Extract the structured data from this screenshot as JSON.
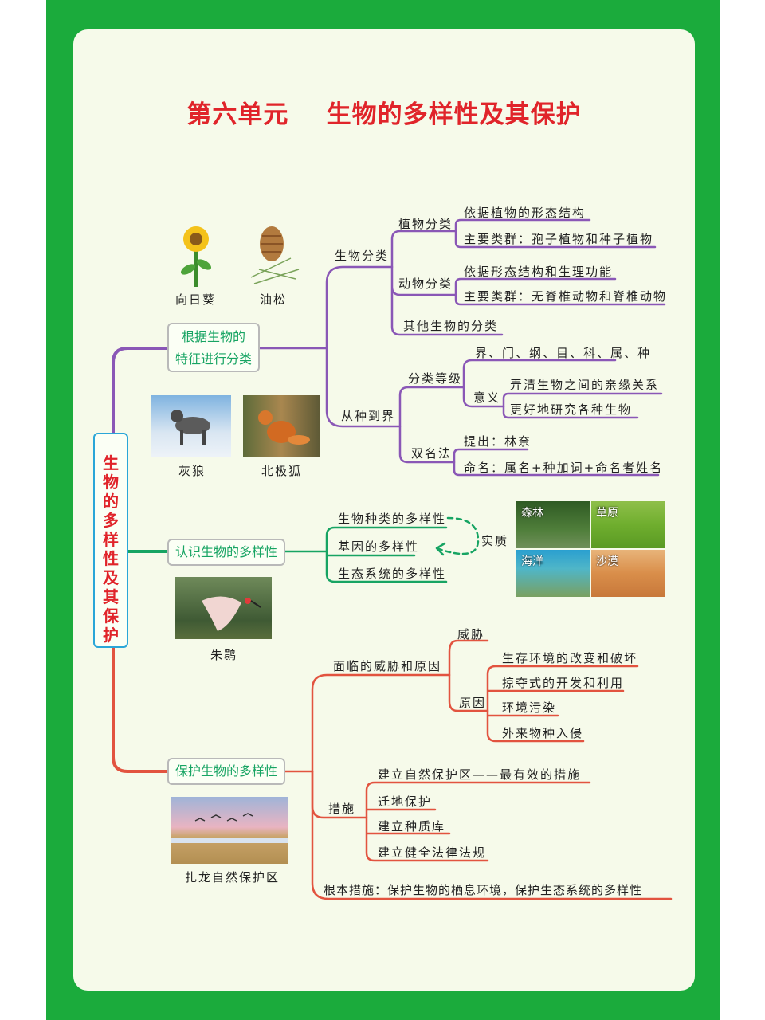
{
  "title": "第六单元    生物的多样性及其保护",
  "root": "生物的多样性及其保护",
  "branch1": {
    "label_line1": "根据生物的",
    "label_line2": "特征进行分类",
    "color": "#8a57b6",
    "shengwu_fenlei": "生物分类",
    "zhiwu_fenlei": "植物分类",
    "zhiwu_1": "依据植物的形态结构",
    "zhiwu_2": "主要类群：孢子植物和种子植物",
    "dongwu_fenlei": "动物分类",
    "dongwu_1": "依据形态结构和生理功能",
    "dongwu_2": "主要类群：无脊椎动物和脊椎动物",
    "qita": "其他生物的分类",
    "congzhong": "从种到界",
    "fenlei_dengji": "分类等级",
    "dengji": "界、门、纲、目、科、属、种",
    "yiyi": "意义",
    "yiyi_1": "弄清生物之间的亲缘关系",
    "yiyi_2": "更好地研究各种生物",
    "shuangming": "双名法",
    "tichu": "提出：林奈",
    "mingming": "命名：属名+种加词+命名者姓名"
  },
  "branch2": {
    "label": "认识生物的多样性",
    "color": "#17a463",
    "item1": "生物种类的多样性",
    "item2": "基因的多样性",
    "item3": "生态系统的多样性",
    "shizhi": "实质",
    "tiles": [
      "森林",
      "草原",
      "海洋",
      "沙漠"
    ]
  },
  "branch3": {
    "label": "保护生物的多样性",
    "color": "#e2533f",
    "weixie_yuanyin": "面临的威胁和原因",
    "weixie": "威胁",
    "yuanyin": "原因",
    "yuanyin_1": "生存环境的改变和破坏",
    "yuanyin_2": "掠夺式的开发和利用",
    "yuanyin_3": "环境污染",
    "yuanyin_4": "外来物种入侵",
    "cuoshi": "措施",
    "cuoshi_1": "建立自然保护区——最有效的措施",
    "cuoshi_2": "迁地保护",
    "cuoshi_3": "建立种质库",
    "cuoshi_4": "建立健全法律法规",
    "genben": "根本措施：保护生物的栖息环境，保护生态系统的多样性"
  },
  "captions": {
    "sunflower": "向日葵",
    "pine": "油松",
    "wolf": "灰狼",
    "fox": "北极狐",
    "ibis": "朱鹮",
    "zhalong": "扎龙自然保护区"
  }
}
